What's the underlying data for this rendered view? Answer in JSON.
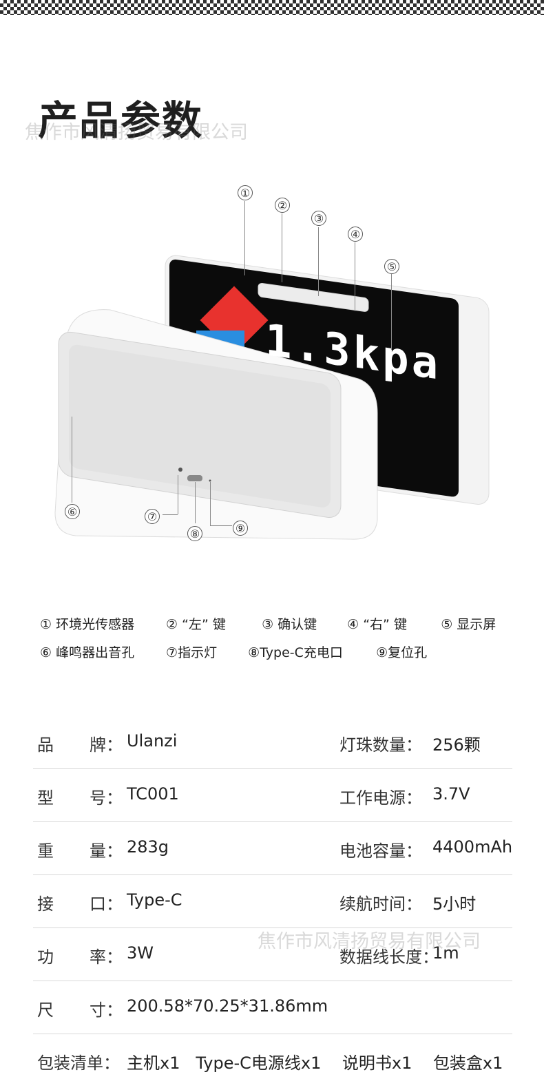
{
  "page_title": "产品参数",
  "watermark": "焦作市风清扬贸易有限公司",
  "display_text": "1.3kpa",
  "callouts": [
    "①",
    "②",
    "③",
    "④",
    "⑤",
    "⑥",
    "⑦",
    "⑧",
    "⑨"
  ],
  "legend": {
    "row1": [
      "① 环境光传感器",
      "② “左” 键",
      "③ 确认键",
      "④ “右” 键",
      "⑤ 显示屏"
    ],
    "row2": [
      "⑥ 峰鸣器出音孔",
      "⑦指示灯",
      "⑧Type-C充电口",
      "⑨复位孔"
    ]
  },
  "specs": [
    {
      "k1a": "品",
      "k1b": "牌：",
      "v1": "Ulanzi",
      "k2": "灯珠数量：",
      "v2": "256颗"
    },
    {
      "k1a": "型",
      "k1b": "号：",
      "v1": "TC001",
      "k2": "工作电源：",
      "v2": "3.7V"
    },
    {
      "k1a": "重",
      "k1b": "量：",
      "v1": "283g",
      "k2": "电池容量：",
      "v2": "4400mAh"
    },
    {
      "k1a": "接",
      "k1b": "口：",
      "v1": "Type-C",
      "k2": "续航时间：",
      "v2": "5小时"
    },
    {
      "k1a": "功",
      "k1b": "率：",
      "v1": "3W",
      "k2": "数据线长度：",
      "v2": "1m"
    },
    {
      "k1a": "尺",
      "k1b": "寸：",
      "v1": "200.58*70.25*31.86mm",
      "k2": "",
      "v2": ""
    },
    {
      "k1a": "",
      "k1b": "包装清单：",
      "v1": "主机x1   Type-C电源线x1    说明书x1    包装盒x1",
      "k2": "",
      "v2": ""
    }
  ]
}
